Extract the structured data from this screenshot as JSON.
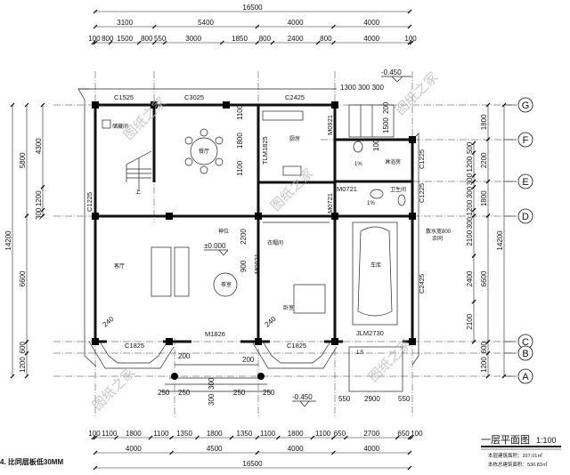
{
  "title": "一层平面图",
  "scale": "1:100",
  "area_floor": "本层建筑面积：207.01㎡",
  "area_total": "本栋总建筑面积：530.83㎡",
  "note": "4. 比同层板低30MM",
  "watermark": "图纸之家",
  "axes": [
    "G",
    "F",
    "E",
    "D",
    "C",
    "B",
    "A"
  ],
  "elevations": {
    "top": "-0.450",
    "floor": "±0.000",
    "bottom": "-0.450"
  },
  "ramp": "1:5",
  "rooms": {
    "storage": "储藏间",
    "dining": "餐厅",
    "kitchen": "厨房",
    "shower": "淋浴房",
    "toilet": "卫生间",
    "living": "客厅",
    "tea": "茶室",
    "shrine": "神位",
    "closet": "衣帽间",
    "bedroom": "卧室",
    "garage": "车库",
    "stair_up": "上"
  },
  "openings": {
    "c1525": "C1525",
    "c3025": "C3025",
    "c2425_top": "C2425",
    "c1225_left": "C1225",
    "tlm1825": "TLM1825",
    "m0921_kitchen": "M0921",
    "m0721_a": "M0721",
    "m0721_b": "M0721",
    "c1225_r1": "C1225",
    "c1225_r2": "C1225",
    "c2425_right": "C2425",
    "m1826": "M1826",
    "c1825_a": "C1825",
    "c1825_b": "C1825",
    "jlm2730": "JLM2730",
    "m0921_closet": "M0921"
  },
  "slope_a": "1%",
  "slope_b": "1%",
  "apron_note": "散水宽800",
  "apron_note2": "余同",
  "local_dims": {
    "stair_top": "1300 300 300",
    "stair_200": "200",
    "stair_1500": "1500",
    "shower_100": "100",
    "din_1100a": "1100",
    "din_1800": "1800",
    "din_1100b": "1100",
    "closet_2200": "2200",
    "closet_900": "900",
    "ramp_550a": "550",
    "ramp_2900": "2900",
    "ramp_550b": "550",
    "entry_250a": "250",
    "entry_250b": "250",
    "entry_250c": "250",
    "entry_250d": "250",
    "entry_300a": "300",
    "entry_300b": "300",
    "entry_200a": "200",
    "entry_200b": "200",
    "bay_240": "240"
  },
  "dims": {
    "top_total": [
      16500
    ],
    "top_axes": [
      3100,
      5400,
      4000,
      4000
    ],
    "top_detail": [
      100,
      800,
      1500,
      800,
      550,
      3000,
      1850,
      800,
      2400,
      800,
      4000,
      100
    ],
    "bottom_detail": [
      100,
      1100,
      1800,
      1100,
      1350,
      1800,
      1350,
      1100,
      1800,
      1100,
      650,
      2700,
      650,
      100
    ],
    "bottom_axes": [
      4000,
      4500,
      4000,
      4000
    ],
    "bottom_total": [
      16500
    ],
    "left_total": [
      14200
    ],
    "left_axes": [
      5800,
      6600,
      600,
      1200
    ],
    "left_detail": [
      4300,
      1200,
      300
    ],
    "right_detail": [
      500,
      1200,
      300,
      300,
      1200,
      300,
      2100,
      2400,
      2100
    ],
    "right_axes": [
      1800,
      2200,
      1800,
      6600,
      600,
      1200
    ],
    "right_total": [
      14200
    ]
  }
}
